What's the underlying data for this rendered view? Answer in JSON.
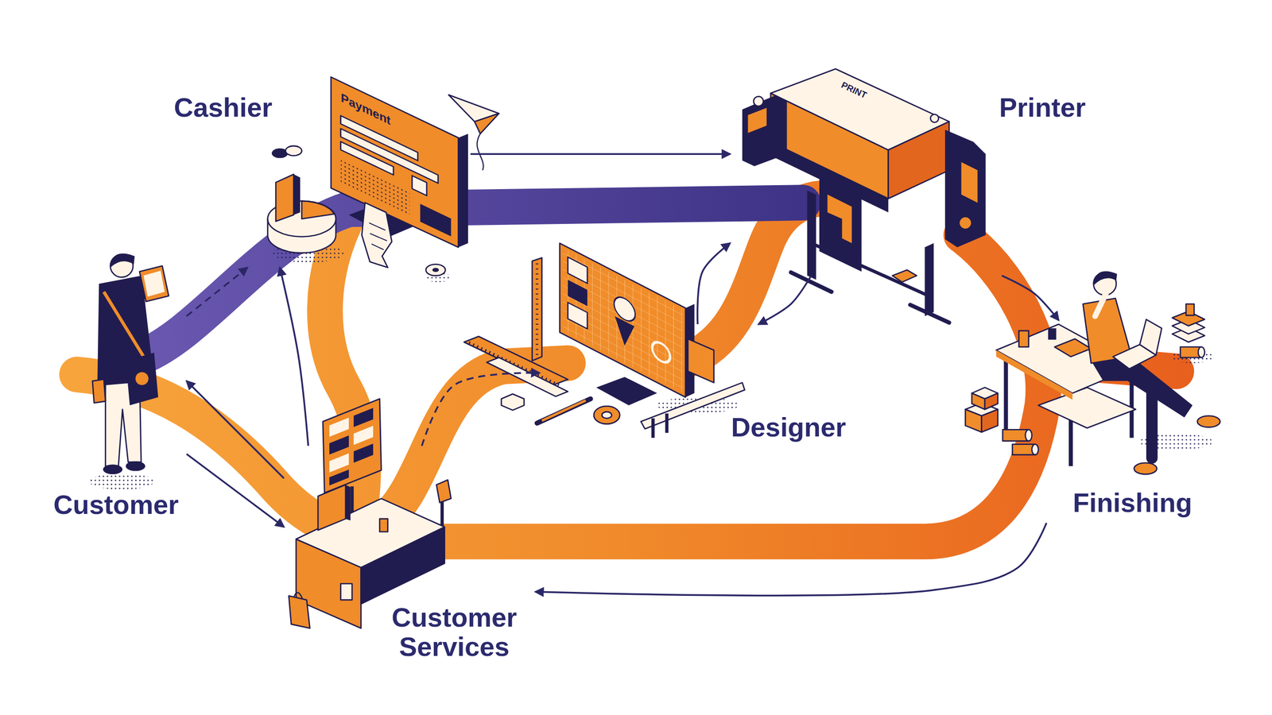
{
  "diagram": {
    "nodes": [
      {
        "text": [
          "Cashier"
        ]
      },
      {
        "text": [
          "Printer"
        ]
      },
      {
        "text": [
          "Designer"
        ]
      },
      {
        "text": [
          "Customer"
        ]
      },
      {
        "text": [
          "Finishing"
        ]
      },
      {
        "text": [
          "Customer Services"
        ]
      }
    ],
    "edges": [
      {
        "from": 3,
        "to": 0,
        "arrow": "to"
      },
      {
        "from": 3,
        "to": 5,
        "arrow": "to"
      },
      {
        "from": 5,
        "to": 3,
        "arrow": "to"
      },
      {
        "from": 5,
        "to": 0,
        "arrow": "to"
      },
      {
        "from": 5,
        "to": 2,
        "arrow": "to"
      },
      {
        "from": 0,
        "to": 1,
        "arrow": "to"
      },
      {
        "from": 2,
        "to": 1,
        "arrow": "to"
      },
      {
        "from": 1,
        "to": 2,
        "arrow": "to"
      },
      {
        "from": 1,
        "to": 4,
        "arrow": "to"
      },
      {
        "from": 4,
        "to": 5,
        "arrow": "to"
      }
    ],
    "labels": [
      "Payment",
      "PRINT"
    ]
  }
}
